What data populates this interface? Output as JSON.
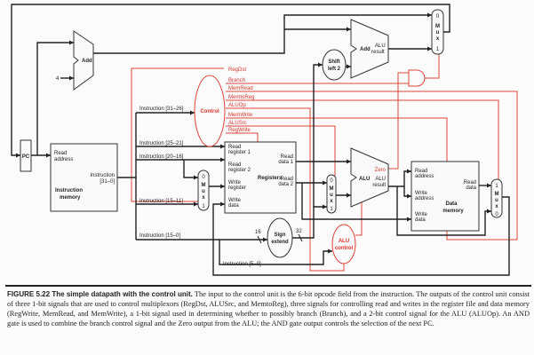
{
  "diagram": {
    "pc": "PC",
    "four": "4",
    "add": "Add",
    "add2": "Add",
    "alu_result": "ALU",
    "alu_result2": "result",
    "shift_left": [
      "Shift",
      "left 2"
    ],
    "mux_labels": [
      "M",
      "u",
      "x"
    ],
    "mux_pc": {
      "top": "0",
      "bottom": "1"
    },
    "mux_reg": {
      "top": "0",
      "bottom": "1"
    },
    "mux_alu": {
      "top": "0",
      "bottom": "1"
    },
    "mux_mem": {
      "top": "1",
      "bottom": "0"
    },
    "control": "Control",
    "control_signals": [
      "RegDst",
      "Branch",
      "MemRead",
      "MemtoReg",
      "ALUOp",
      "MemWrite",
      "ALUSrc",
      "RegWrite"
    ],
    "instr_fields": {
      "f31_26": "Instruction [31–26]",
      "f25_21": "Instruction [25–21]",
      "f20_16": "Instruction [20–16]",
      "f15_11": "Instruction [15–11]",
      "f15_0": "Instruction [15–0]",
      "f5_0": "Instruction [5–0]"
    },
    "instruction_memory": {
      "read_address": [
        "Read",
        "address"
      ],
      "instruction": [
        "Instruction",
        "[31–0]"
      ],
      "title": [
        "Instruction",
        "memory"
      ]
    },
    "registers": {
      "read_register_1": [
        "Read",
        "register 1"
      ],
      "read_register_2": [
        "Read",
        "register 2"
      ],
      "write_register": [
        "Write",
        "register"
      ],
      "write_data": [
        "Write",
        "data"
      ],
      "read_data_1": [
        "Read",
        "data 1"
      ],
      "read_data_2": [
        "Read",
        "data 2"
      ],
      "title": "Registers"
    },
    "sign_extend": [
      "Sign",
      "extend"
    ],
    "bits_16": "16",
    "bits_32": "32",
    "alu": "ALU",
    "zero": "Zero",
    "alu_control": [
      "ALU",
      "control"
    ],
    "data_memory": {
      "read_address": [
        "Read",
        "address"
      ],
      "write_address": [
        "Write",
        "address"
      ],
      "write_data": [
        "Write",
        "data"
      ],
      "read_data": [
        "Read",
        "data"
      ],
      "title": [
        "Data",
        "memory"
      ]
    },
    "colors": {
      "datapath": "#222222",
      "control": "#e0453a"
    }
  },
  "caption": {
    "label": "FIGURE 5.22 The simple datapath with the control unit.",
    "text": "The input to the control unit is the 6-bit opcode field from the instruction. The outputs of the control unit consist of three 1-bit signals that are used to control multiplexors (RegDst, ALUSrc, and MemtoReg), three signals for controlling read and writes in the register file and data memory (RegWrite, MemRead, and MemWrite), a 1-bit signal used in determining whether to possibly branch (Branch), and a 2-bit control signal for the ALU (ALUOp). An AND gate is used to combine the branch control signal and the Zero output from the ALU; the AND gate output controls the selection of the next PC."
  }
}
